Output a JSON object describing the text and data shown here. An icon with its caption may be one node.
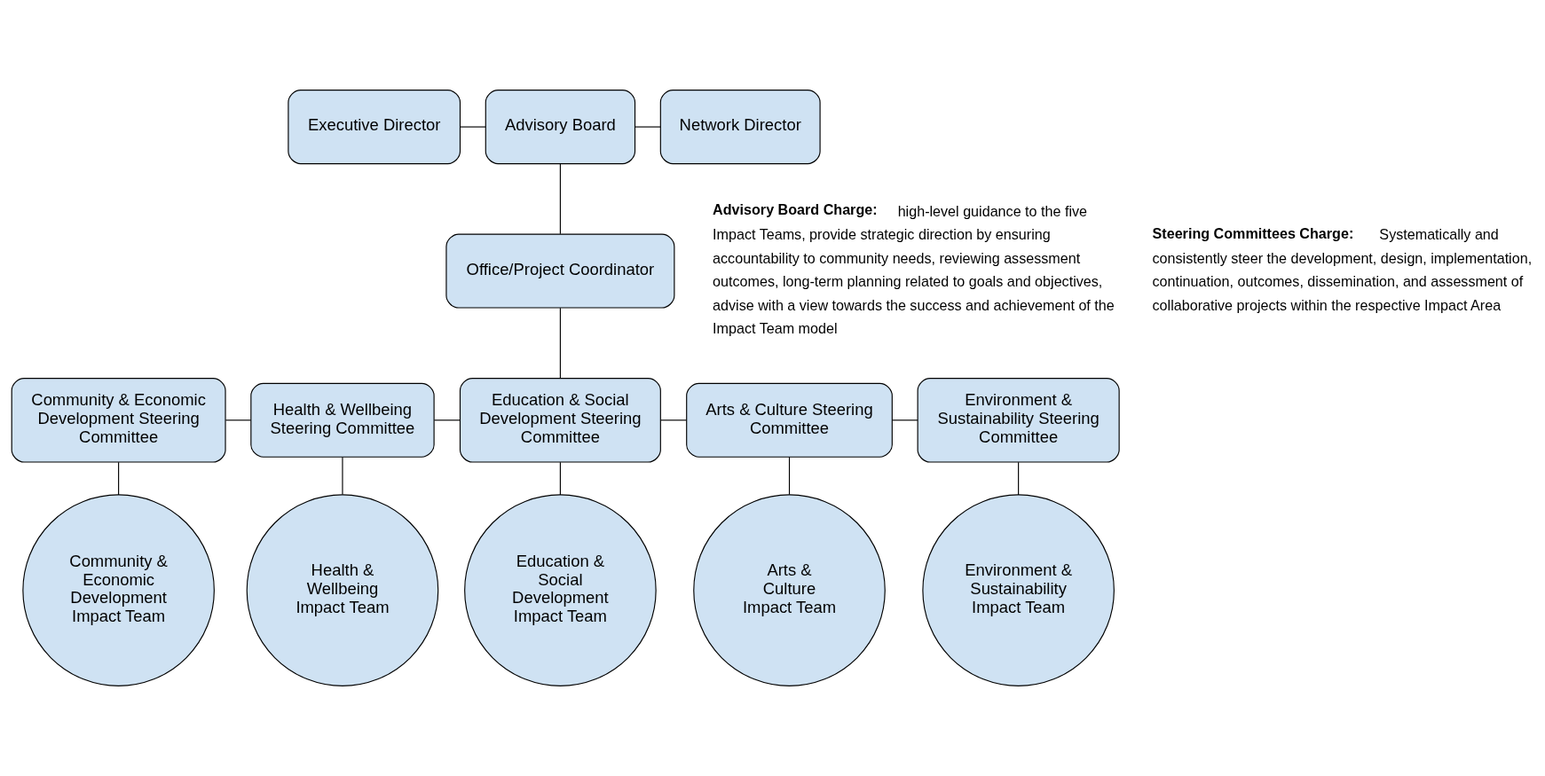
{
  "diagram": {
    "nodes": [
      {
        "text": [
          "Executive Director"
        ]
      },
      {
        "text": [
          "Advisory Board"
        ]
      },
      {
        "text": [
          "Network Director"
        ]
      },
      {
        "text": [
          "Office/Project Coordinator"
        ]
      },
      {
        "text": [
          "Community & Economic Development Steering Committee"
        ]
      },
      {
        "text": [
          "Health & Wellbeing Steering Committee"
        ]
      },
      {
        "text": [
          "Education & Social Development Steering Committee"
        ]
      },
      {
        "text": [
          "Arts & Culture Steering Committee"
        ]
      },
      {
        "text": [
          "Environment & Sustainability Steering Committee"
        ]
      },
      {
        "text": [
          "Community & Economic Development Impact Team"
        ]
      },
      {
        "text": [
          "Health & Wellbeing Impact Team"
        ]
      },
      {
        "text": [
          "Education & Social Development Impact Team"
        ]
      },
      {
        "text": [
          "Arts & Culture Impact Team"
        ]
      },
      {
        "text": [
          "Environment & Sustainability Impact Team"
        ]
      }
    ],
    "edges": [
      {
        "from": 0,
        "to": 1,
        "arrow": "none"
      },
      {
        "from": 1,
        "to": 2,
        "arrow": "none"
      },
      {
        "from": 1,
        "to": 3,
        "arrow": "none"
      },
      {
        "from": 3,
        "to": 6,
        "arrow": "none"
      },
      {
        "from": 4,
        "to": 5,
        "arrow": "none"
      },
      {
        "from": 5,
        "to": 6,
        "arrow": "none"
      },
      {
        "from": 6,
        "to": 7,
        "arrow": "none"
      },
      {
        "from": 7,
        "to": 8,
        "arrow": "none"
      },
      {
        "from": 4,
        "to": 9,
        "arrow": "none"
      },
      {
        "from": 5,
        "to": 10,
        "arrow": "none"
      },
      {
        "from": 6,
        "to": 11,
        "arrow": "none"
      },
      {
        "from": 7,
        "to": 12,
        "arrow": "none"
      },
      {
        "from": 8,
        "to": 13,
        "arrow": "none"
      }
    ],
    "labels": [
      "**Advisory Board Charge:** high-level guidance to the five Impact Teams, provide strategic direction by ensuring accountability to community needs, reviewing assessment outcomes, long-term planning related to goals and objectives, advise with a view towards the success and achievement of the Impact Team model",
      "**Steering Committees Charge:** Systematically and consistently steer the development, design, implementation, continuation, outcomes, dissemination, and assessment of collaborative projects within the respective Impact Area"
    ]
  }
}
